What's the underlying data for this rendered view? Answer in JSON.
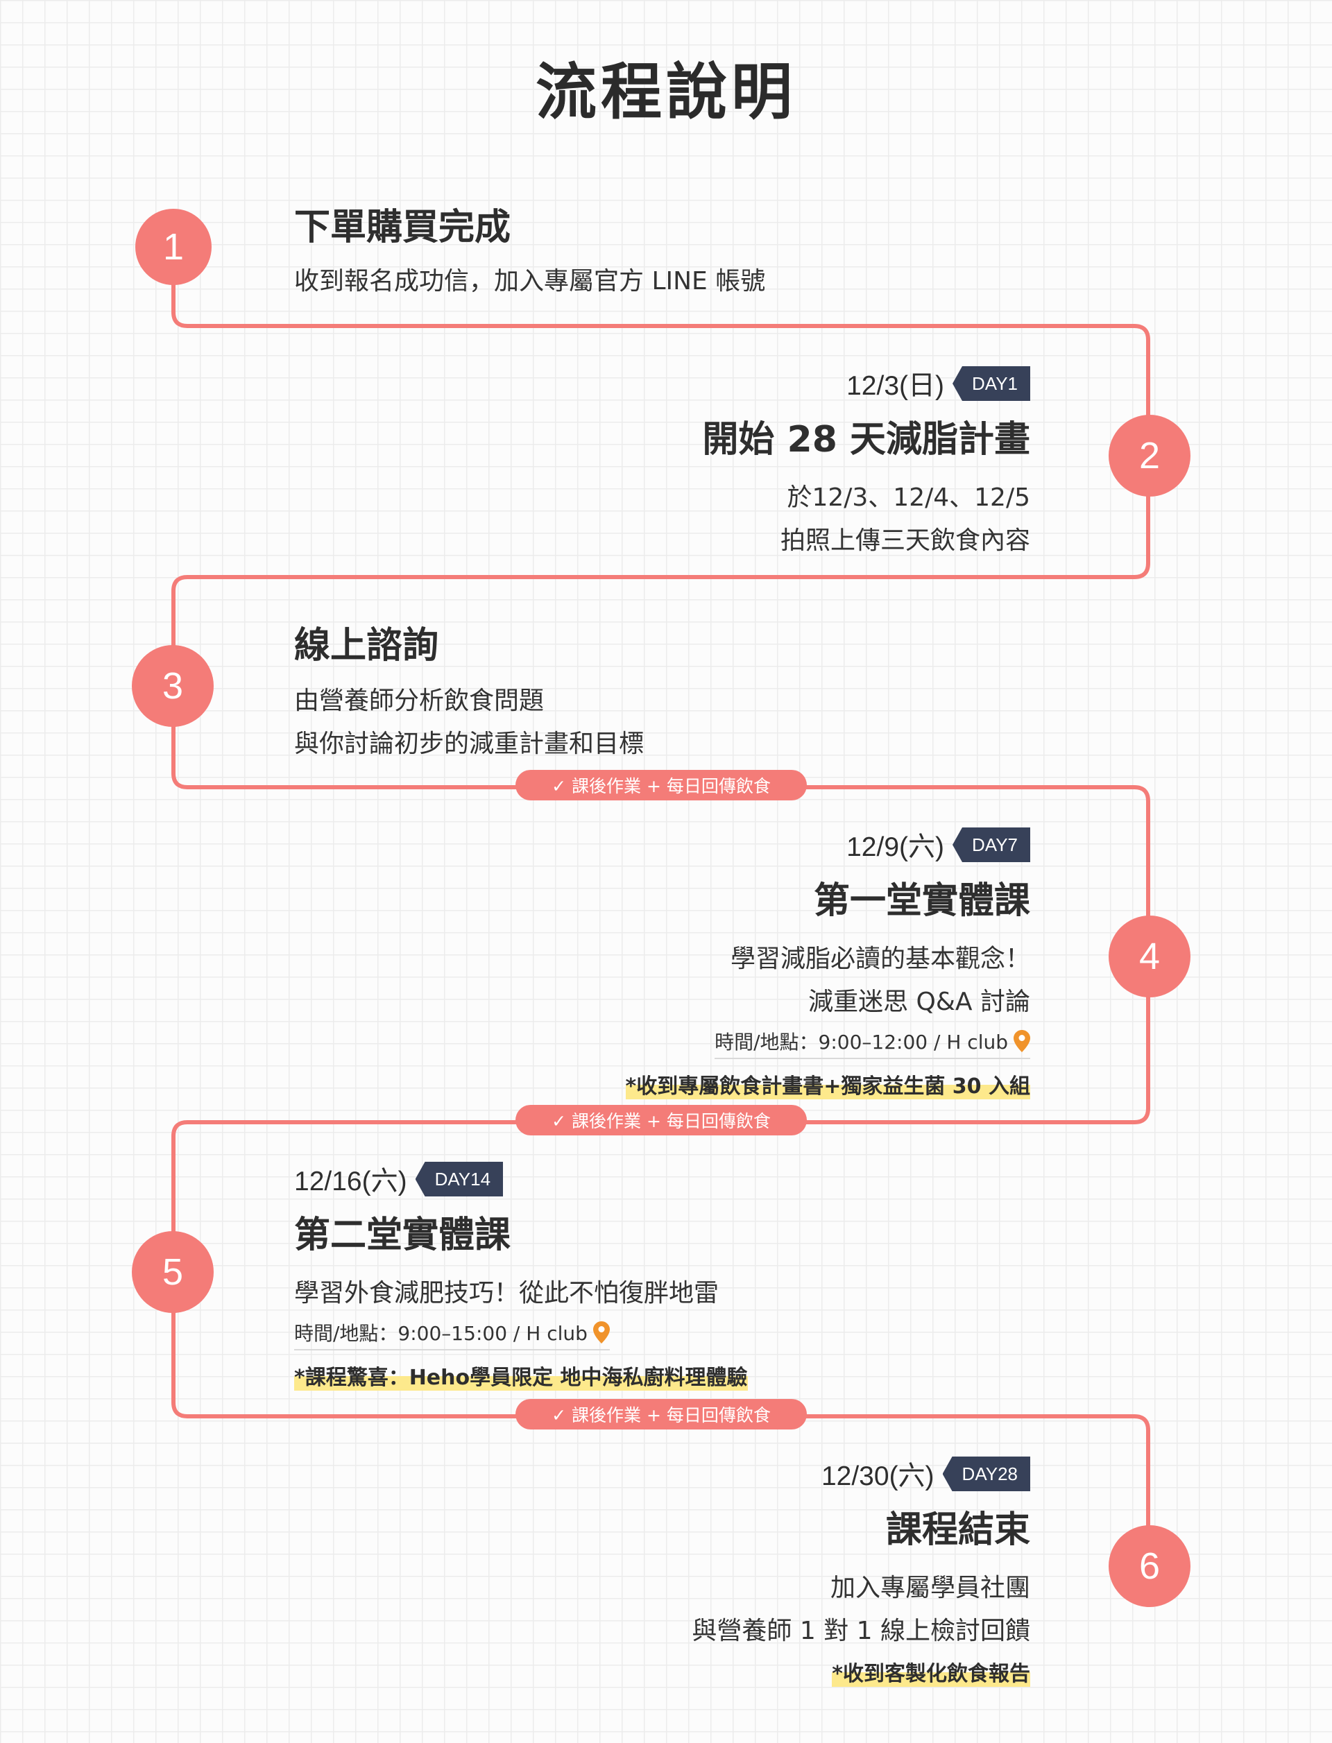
{
  "page": {
    "title": "流程說明"
  },
  "steps": [
    {
      "number": "1",
      "title": "下單購買完成",
      "lines": [
        "收到報名成功信，加入專屬官方 LINE 帳號"
      ]
    },
    {
      "number": "2",
      "date": "12/3(日)",
      "day": "DAY1",
      "title": "開始 28 天減脂計畫",
      "lines": [
        "於12/3、12/4、12/5",
        "拍照上傳三天飲食內容"
      ]
    },
    {
      "number": "3",
      "title": "線上諮詢",
      "lines": [
        "由營養師分析飲食問題",
        "與你討論初步的減重計畫和目標"
      ]
    },
    {
      "number": "4",
      "date": "12/9(六)",
      "day": "DAY7",
      "title": "第一堂實體課",
      "lines": [
        "學習減脂必讀的基本觀念！",
        "減重迷思 Q&A 討論"
      ],
      "info": "時間/地點：9:00–12:00 / H club",
      "note": "*收到專屬飲食計畫書+獨家益生菌 30 入組"
    },
    {
      "number": "5",
      "date": "12/16(六)",
      "day": "DAY14",
      "title": "第二堂實體課",
      "lines": [
        "學習外食減肥技巧！從此不怕復胖地雷"
      ],
      "info": "時間/地點：9:00–15:00 / H club",
      "note": "*課程驚喜：Heho學員限定 地中海私廚料理體驗"
    },
    {
      "number": "6",
      "date": "12/30(六)",
      "day": "DAY28",
      "title": "課程結束",
      "lines": [
        "加入專屬學員社團",
        "與營養師 1 對 1 線上檢討回饋"
      ],
      "note": "*收到客製化飲食報告"
    }
  ],
  "homework_pills": [
    "✓ 課後作業 + 每日回傳飲食",
    "✓ 課後作業 + 每日回傳飲食",
    "✓ 課後作業 + 每日回傳飲食"
  ],
  "colors": {
    "accent": "#f47c78",
    "day_badge": "#374159",
    "highlight": "#fde98c",
    "pin": "#f0932b"
  },
  "icons": {
    "location": "location-pin-icon"
  }
}
